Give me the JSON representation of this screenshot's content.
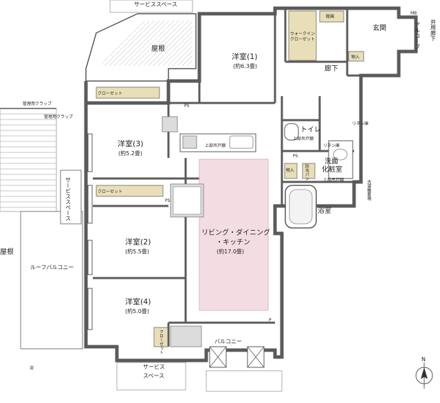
{
  "labels": {
    "service_space_top": "サービススペース",
    "roof_top": "屋根",
    "room1_name": "洋室(1)",
    "room1_size": "(約6.3畳)",
    "walkin_closet_1": "ウォークイン",
    "walkin_closet_2": "クローゼット",
    "shoe_storage": "靴箱",
    "mb": "MB",
    "common_corridor": "共用廊下",
    "alcove": "アルコーブ",
    "entrance": "玄関",
    "storage_entrance": "物入",
    "corridor": "廊下",
    "meter_clap_1": "管理用クラップ",
    "meter_clap_2": "管理用クラップ",
    "closet": "クローゼット",
    "ps": "PS",
    "toilet": "トイレ",
    "linen_1": "リネン庫",
    "linen_2": "リネン庫",
    "upper_cabinet_1": "上部吊戸棚",
    "upper_cabinet_2": "上部吊戸棚",
    "upper_cabinet_3": "上部吊戸棚",
    "room3_name": "洋室(3)",
    "room3_size": "(約5.2畳)",
    "washroom_1": "洗面",
    "washroom_2": "化粧室",
    "storage_wash": "物入",
    "waterproof_pan": "防水パン",
    "washer": "洗濯機置場",
    "service_space_side": "サービススペース",
    "bath": "浴室",
    "room2_name": "洋室(2)",
    "room2_size": "(約5.5畳)",
    "ldk_name_1": "リビング・ダイニング",
    "ldk_name_2": "・キッチン",
    "ldk_size": "(約17.0畳)",
    "roof_side": "屋根",
    "roof_balcony": "ルーフバルコニー",
    "room4_name": "洋室(4)",
    "room4_size": "(約5.0畳)",
    "balcony": "バルコニー",
    "service_space_bottom_1": "サービス",
    "service_space_bottom_2": "スペース",
    "north": "N",
    "p_mark": "P",
    "drain_mark": "流"
  },
  "colors": {
    "wall": "#5a5a5a",
    "wall_light": "#bdbdbd",
    "ldk_fill": "#f3dde3",
    "closet_fill": "#e8dfb8",
    "roof_hatch": "#8a8a8a",
    "fixture_gray": "#dcdcdc"
  }
}
